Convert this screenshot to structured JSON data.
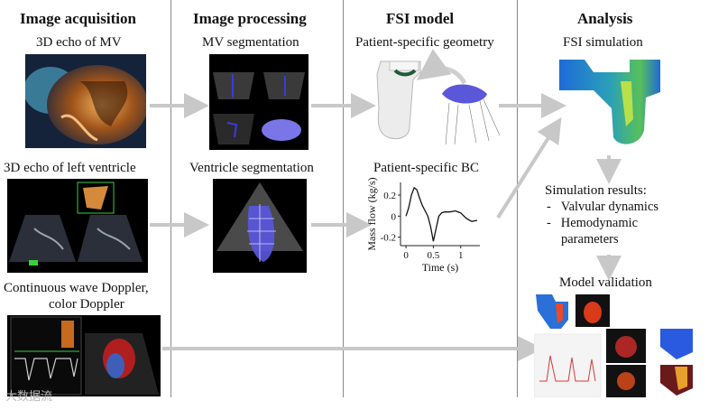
{
  "columns": [
    {
      "header": "Image acquisition"
    },
    {
      "header": "Image processing"
    },
    {
      "header": "FSI model"
    },
    {
      "header": "Analysis"
    }
  ],
  "acquisition": {
    "mv_echo_label": "3D echo of MV",
    "lv_echo_label": "3D echo of left ventricle",
    "doppler_label_line1": "Continuous wave Doppler,",
    "doppler_label_line2": "color Doppler"
  },
  "processing": {
    "mv_seg_label": "MV segmentation",
    "ventricle_seg_label": "Ventricle segmentation"
  },
  "fsi": {
    "geometry_label": "Patient-specific geometry",
    "bc_label": "Patient-specific BC"
  },
  "analysis": {
    "sim_label": "FSI simulation",
    "results_title": "Simulation results:",
    "results_items": [
      "Valvular dynamics",
      "Hemodynamic",
      "parameters"
    ],
    "validation_label": "Model validation"
  },
  "chart_data": {
    "type": "line",
    "title": "",
    "xlabel": "Time (s)",
    "ylabel": "Mass flow (kg/s)",
    "xlim": [
      -0.1,
      1.35
    ],
    "ylim": [
      -0.28,
      0.32
    ],
    "xticks": [
      0,
      0.5,
      1
    ],
    "xtick_labels": [
      "0",
      "0.5",
      "1"
    ],
    "yticks": [
      -0.2,
      0,
      0.2
    ],
    "ytick_labels": [
      "-0.2",
      "0",
      "0.2"
    ],
    "series": [
      {
        "x": [
          0,
          0.05,
          0.1,
          0.15,
          0.2,
          0.25,
          0.3,
          0.35,
          0.4,
          0.45,
          0.5,
          0.55,
          0.6,
          0.65,
          0.7,
          0.8,
          0.9,
          1.0,
          1.1,
          1.2,
          1.3
        ],
        "y": [
          0.0,
          0.08,
          0.2,
          0.27,
          0.25,
          0.17,
          0.1,
          0.05,
          0.0,
          -0.1,
          -0.24,
          -0.12,
          0.0,
          0.03,
          0.04,
          0.04,
          0.05,
          0.03,
          -0.02,
          -0.05,
          -0.04
        ]
      }
    ]
  },
  "watermark": "大数据流"
}
